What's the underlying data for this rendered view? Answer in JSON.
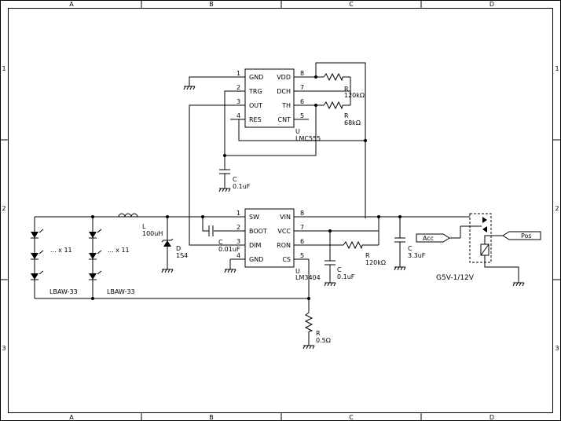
{
  "frame": {
    "columns": [
      "A",
      "B",
      "C",
      "D"
    ],
    "rows": [
      "1",
      "2",
      "3"
    ]
  },
  "timer": {
    "designator": "U",
    "part": "LMC555",
    "pins_left": [
      {
        "num": "1",
        "name": "GND"
      },
      {
        "num": "2",
        "name": "TRG"
      },
      {
        "num": "3",
        "name": "OUT"
      },
      {
        "num": "4",
        "name": "RES"
      }
    ],
    "pins_right": [
      {
        "num": "8",
        "name": "VDD"
      },
      {
        "num": "7",
        "name": "DCH"
      },
      {
        "num": "6",
        "name": "TH"
      },
      {
        "num": "5",
        "name": "CNT"
      }
    ],
    "r_top": {
      "designator": "R",
      "value": "120kΩ"
    },
    "r_bottom": {
      "designator": "R",
      "value": "68kΩ"
    },
    "cap": {
      "designator": "C",
      "value": "0.1uF"
    }
  },
  "driver": {
    "designator": "U",
    "part": "LM3404",
    "pins_left": [
      {
        "num": "1",
        "name": "SW"
      },
      {
        "num": "2",
        "name": "BOOT"
      },
      {
        "num": "3",
        "name": "DIM"
      },
      {
        "num": "4",
        "name": "GND"
      }
    ],
    "pins_right": [
      {
        "num": "8",
        "name": "VIN"
      },
      {
        "num": "7",
        "name": "VCC"
      },
      {
        "num": "6",
        "name": "RON"
      },
      {
        "num": "5",
        "name": "CS"
      }
    ],
    "boot_cap": {
      "designator": "C",
      "value": "0.01uF"
    },
    "vcc_cap": {
      "designator": "C",
      "value": "0.1uF"
    },
    "ron_res": {
      "designator": "R",
      "value": "120kΩ"
    },
    "cs_res": {
      "designator": "R",
      "value": "0.5Ω"
    },
    "vin_cap": {
      "designator": "C",
      "value": "3.3uF"
    }
  },
  "inductor": {
    "designator": "L",
    "value": "100uH"
  },
  "diode": {
    "designator": "D",
    "value": "1S4"
  },
  "led_strings": [
    {
      "count_label": "... x 11",
      "part": "LBAW-33"
    },
    {
      "count_label": "... x 11",
      "part": "LBAW-33"
    }
  ],
  "relay": {
    "part": "G5V-1/12V",
    "port_in": "Acc",
    "port_out": "Pos"
  }
}
